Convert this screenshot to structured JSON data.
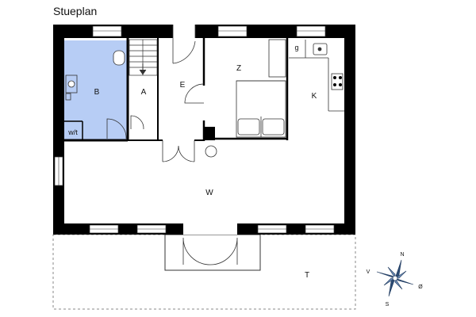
{
  "title": "Stueplan",
  "rooms": {
    "B": "B",
    "A": "A",
    "E": "E",
    "Z": "Z",
    "K": "K",
    "W": "W",
    "T": "T",
    "wt": "w/t",
    "g": "g"
  },
  "compass": {
    "north": "N",
    "south": "S",
    "west": "V",
    "east": "Ø"
  },
  "colors": {
    "wall": "#000000",
    "bathroom": "#b7cdf5",
    "line": "#222222"
  }
}
